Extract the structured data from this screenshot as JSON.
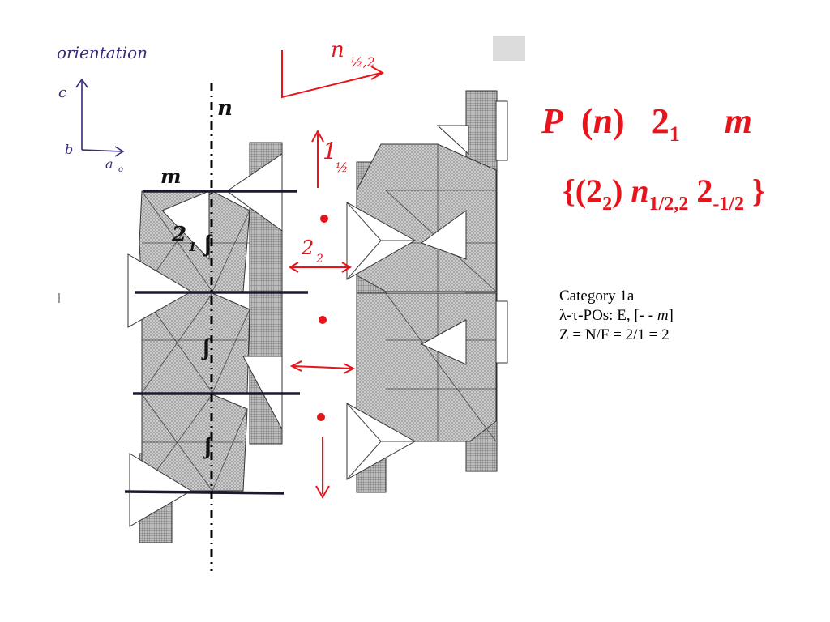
{
  "symbol": {
    "lattice": "P",
    "open": "(",
    "first": "n",
    "close": ")",
    "second": "2",
    "second_sub": "1",
    "third": "m"
  },
  "operations": {
    "open": "{(2",
    "sub_a": "2",
    "mid": ") ",
    "n_letter": "n",
    "n_sub": "1/2,2",
    "two": " 2",
    "two_sub": "-1/2",
    "close": " }"
  },
  "info": {
    "line1": "Category 1a",
    "line2_prefix": "λ-τ-POs: E, [- - ",
    "line2_italic": "m",
    "line2_suffix": "]",
    "line3": "Z = N/F = 2/1 = 2"
  },
  "annotations": {
    "orientation": "orientation",
    "c_axis": "c",
    "b_axis": "b",
    "a_axis": "a",
    "a_sub": "o",
    "n_axis": "n",
    "m_plane": "m",
    "two_one": "2",
    "two_one_sub": "1",
    "red_n": "n",
    "red_n_sub": "½,2",
    "red_half": "1",
    "red_half_frac": "½",
    "red_two": "2",
    "red_two_sub": "2"
  },
  "colors": {
    "accent_red": "#e8141b",
    "ink_purple": "#3a2a7a",
    "hatch_gray": "#b9b9b9"
  }
}
